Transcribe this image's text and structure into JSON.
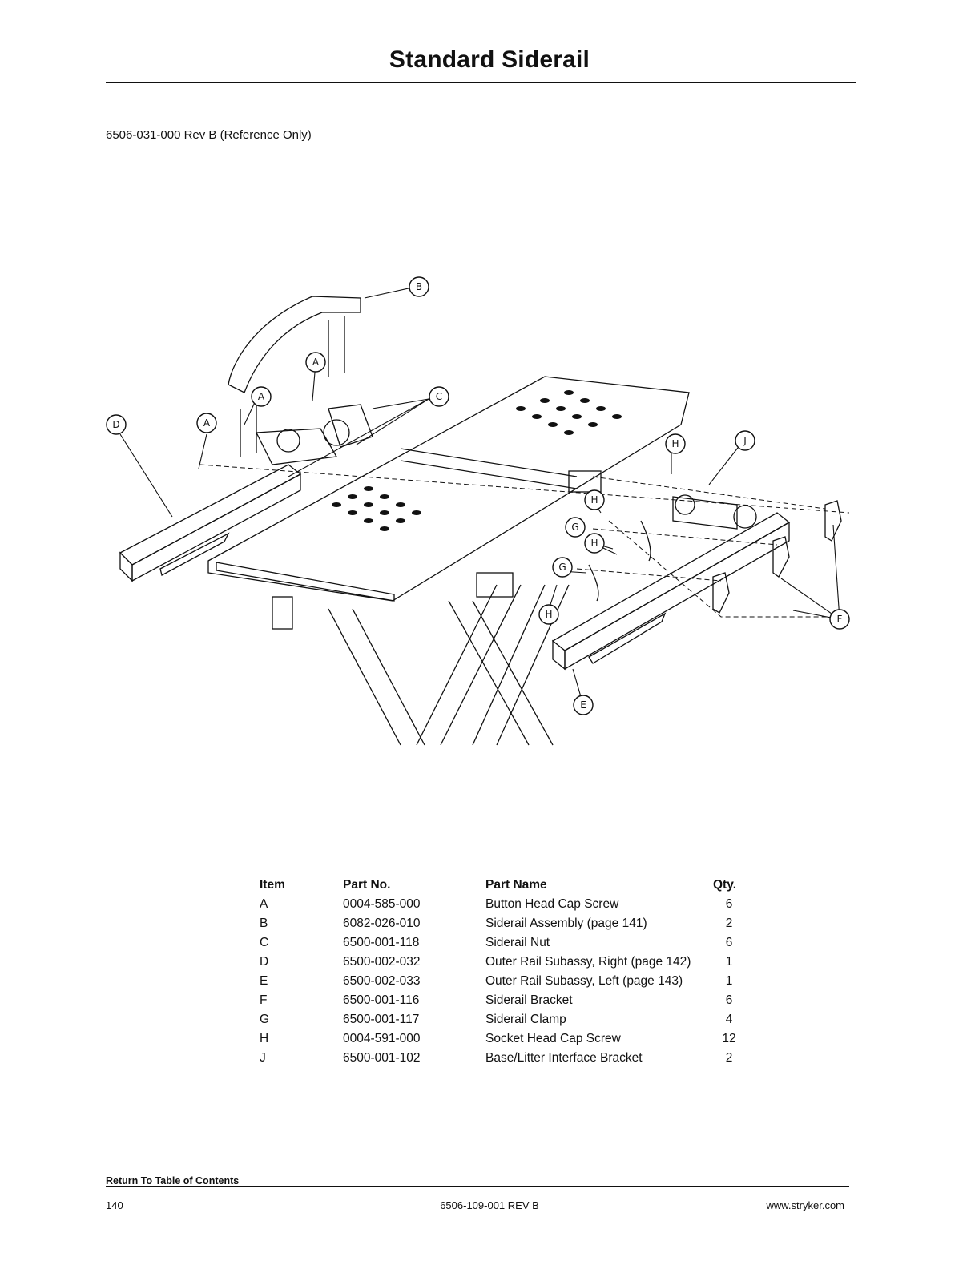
{
  "header": {
    "title": "Standard Siderail",
    "reference": "6506-031-000 Rev B (Reference Only)"
  },
  "diagram": {
    "callouts": [
      "A",
      "A",
      "A",
      "B",
      "C",
      "D",
      "E",
      "F",
      "G",
      "G",
      "H",
      "H",
      "H",
      "H",
      "J"
    ]
  },
  "parts_table": {
    "headers": {
      "item": "Item",
      "part_no": "Part No.",
      "part_name": "Part Name",
      "qty": "Qty."
    },
    "rows": [
      {
        "item": "A",
        "part_no": "0004-585-000",
        "part_name": "Button Head Cap Screw",
        "qty": "6"
      },
      {
        "item": "B",
        "part_no": "6082-026-010",
        "part_name": "Siderail Assembly (page 141)",
        "qty": "2"
      },
      {
        "item": "C",
        "part_no": "6500-001-118",
        "part_name": "Siderail Nut",
        "qty": "6"
      },
      {
        "item": "D",
        "part_no": "6500-002-032",
        "part_name": "Outer Rail Subassy, Right (page 142)",
        "qty": "1"
      },
      {
        "item": "E",
        "part_no": "6500-002-033",
        "part_name": "Outer Rail Subassy, Left (page 143)",
        "qty": "1"
      },
      {
        "item": "F",
        "part_no": "6500-001-116",
        "part_name": "Siderail Bracket",
        "qty": "6"
      },
      {
        "item": "G",
        "part_no": "6500-001-117",
        "part_name": "Siderail Clamp",
        "qty": "4"
      },
      {
        "item": "H",
        "part_no": "0004-591-000",
        "part_name": "Socket Head Cap Screw",
        "qty": "12"
      },
      {
        "item": "J",
        "part_no": "6500-001-102",
        "part_name": "Base/Litter Interface Bracket",
        "qty": "2"
      }
    ]
  },
  "footer": {
    "toc_link": "Return To Table of Contents",
    "page_number": "140",
    "doc_number": "6506-109-001 REV B",
    "website": "www.stryker.com"
  }
}
